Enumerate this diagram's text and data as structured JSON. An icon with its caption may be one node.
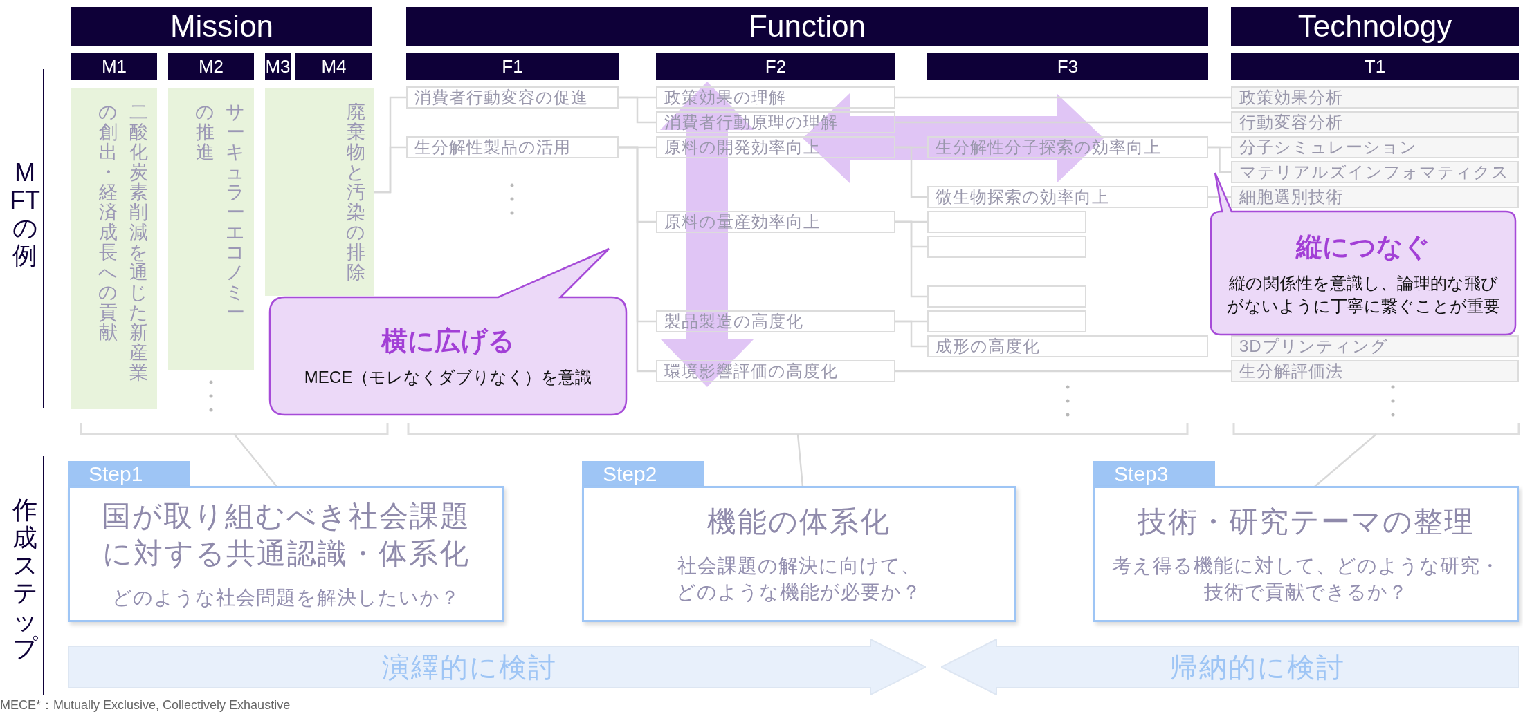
{
  "diagram": {
    "nodes": [
      {
        "text": [
          "Mission"
        ]
      },
      {
        "text": [
          "Function"
        ]
      },
      {
        "text": [
          "Technology"
        ]
      },
      {
        "text": [
          "M1"
        ]
      },
      {
        "text": [
          "M2"
        ]
      },
      {
        "text": [
          "M3"
        ]
      },
      {
        "text": [
          "M4"
        ]
      },
      {
        "text": [
          "F1"
        ]
      },
      {
        "text": [
          "F2"
        ]
      },
      {
        "text": [
          "F3"
        ]
      },
      {
        "text": [
          "T1"
        ]
      },
      {
        "text": [
          "二酸化炭素削減を通じた新産業の創出・経済成長への貢献"
        ]
      },
      {
        "text": [
          "サーキュラーエコノミーの推進"
        ]
      },
      {
        "text": [
          "廃棄物と汚染の排除"
        ]
      },
      {
        "text": [
          "消費者行動変容の促進"
        ]
      },
      {
        "text": [
          "生分解性製品の活用"
        ]
      },
      {
        "text": [
          "政策効果の理解"
        ]
      },
      {
        "text": [
          "消費者行動原理の理解"
        ]
      },
      {
        "text": [
          "原料の開発効率向上"
        ]
      },
      {
        "text": [
          "原料の量産効率向上"
        ]
      },
      {
        "text": [
          "製品製造の高度化"
        ]
      },
      {
        "text": [
          "環境影響評価の高度化"
        ]
      },
      {
        "text": [
          "生分解性分子探索の効率向上"
        ]
      },
      {
        "text": [
          "微生物探索の効率向上"
        ]
      },
      {
        "text": [],
        "shape": "box"
      },
      {
        "text": [],
        "shape": "box"
      },
      {
        "text": [],
        "shape": "box"
      },
      {
        "text": [],
        "shape": "box"
      },
      {
        "text": [
          "成形の高度化"
        ]
      },
      {
        "text": [
          "政策効果分析"
        ]
      },
      {
        "text": [
          "行動変容分析"
        ]
      },
      {
        "text": [
          "分子シミュレーション"
        ]
      },
      {
        "text": [
          "マテリアルズインフォマティクス"
        ]
      },
      {
        "text": [
          "細胞選別技術"
        ]
      },
      {
        "text": [
          "3Dプリンティング"
        ]
      },
      {
        "text": [
          "生分解評価法"
        ]
      },
      {
        "text": [
          "横に広げる",
          "MECE（モレなくダブりなく）を意識"
        ]
      },
      {
        "text": [
          "縦につなぐ",
          "縦の関係性を意識し、論理的な飛びがないように丁寧に繋ぐことが重要"
        ]
      },
      {
        "text": [
          "Step1",
          "国が取り組むべき社会課題に対する共通認識・体系化",
          "どのような社会問題を解決したいか？"
        ]
      },
      {
        "text": [
          "Step2",
          "機能の体系化",
          "社会課題の解決に向けて、どのような機能が必要か？"
        ]
      },
      {
        "text": [
          "Step3",
          "技術・研究テーマの整理",
          "考え得る機能に対して、どのような研究・技術で貢献できるか？"
        ]
      },
      {
        "text": [
          "演繹的に検討"
        ]
      },
      {
        "text": [
          "帰納的に検討"
        ]
      },
      {
        "text": [],
        "shape": "bracket"
      },
      {
        "text": [],
        "shape": "bracket"
      },
      {
        "text": [],
        "shape": "bracket"
      }
    ],
    "edges": [
      {
        "from": 13,
        "to": 14,
        "arrow": "none"
      },
      {
        "from": 13,
        "to": 15,
        "arrow": "none"
      },
      {
        "from": 14,
        "to": 16,
        "arrow": "none"
      },
      {
        "from": 14,
        "to": 17,
        "arrow": "none"
      },
      {
        "from": 15,
        "to": 18,
        "arrow": "none"
      },
      {
        "from": 15,
        "to": 19,
        "arrow": "none"
      },
      {
        "from": 15,
        "to": 20,
        "arrow": "none"
      },
      {
        "from": 15,
        "to": 21,
        "arrow": "none"
      },
      {
        "from": 16,
        "to": 29,
        "arrow": "none"
      },
      {
        "from": 17,
        "to": 30,
        "arrow": "none"
      },
      {
        "from": 18,
        "to": 22,
        "arrow": "none"
      },
      {
        "from": 18,
        "to": 23,
        "arrow": "none"
      },
      {
        "from": 22,
        "to": 31,
        "arrow": "none"
      },
      {
        "from": 22,
        "to": 32,
        "arrow": "none"
      },
      {
        "from": 23,
        "to": 33,
        "arrow": "none"
      },
      {
        "from": 19,
        "to": 24,
        "arrow": "none"
      },
      {
        "from": 19,
        "to": 25,
        "arrow": "none"
      },
      {
        "from": 19,
        "to": 26,
        "arrow": "none"
      },
      {
        "from": 20,
        "to": 27,
        "arrow": "none"
      },
      {
        "from": 20,
        "to": 28,
        "arrow": "none"
      },
      {
        "from": 21,
        "to": 35,
        "arrow": "none"
      },
      {
        "from": 43,
        "to": 38,
        "arrow": "none"
      },
      {
        "from": 44,
        "to": 39,
        "arrow": "none"
      },
      {
        "from": 45,
        "to": 40,
        "arrow": "none"
      }
    ],
    "labels": [
      "MFTの例",
      "作成ステップ",
      "MECE*：Mutually Exclusive, Collectively Exhaustive"
    ]
  }
}
